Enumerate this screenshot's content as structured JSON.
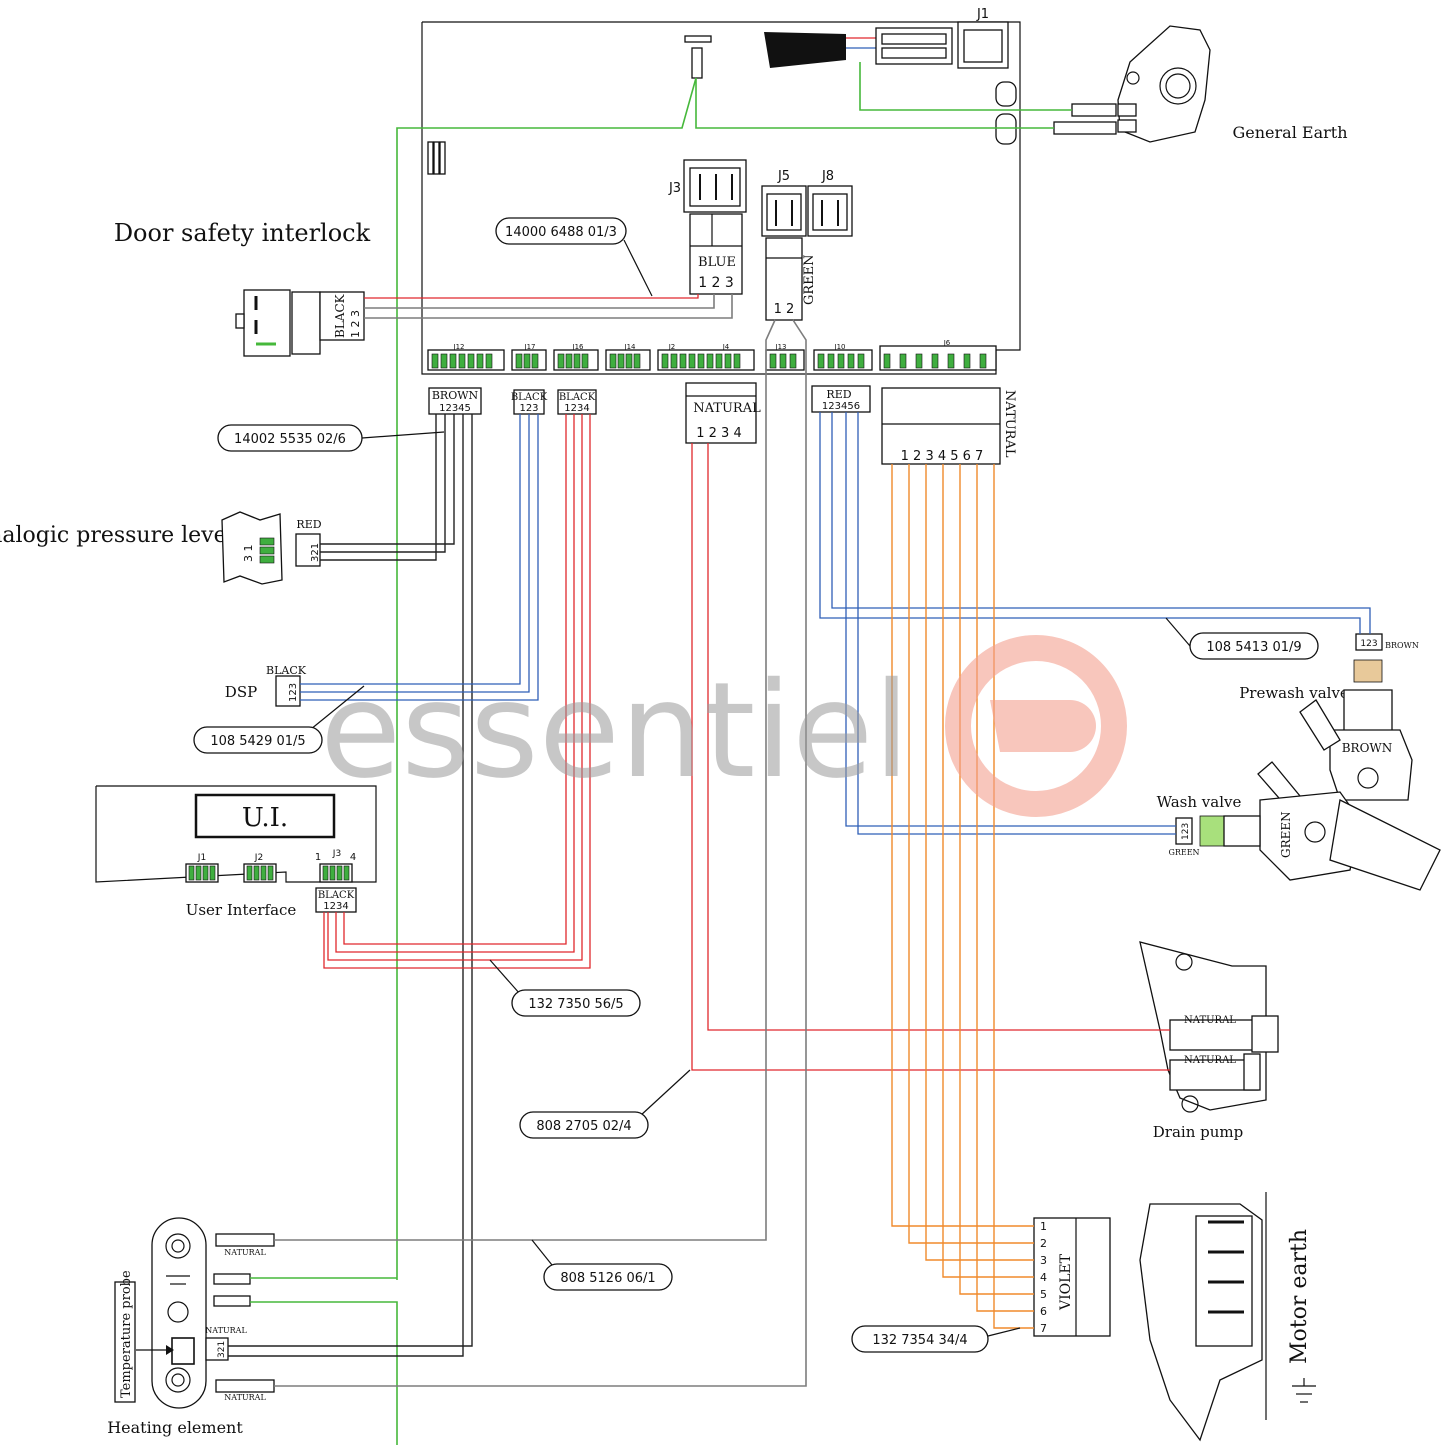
{
  "watermark": "essentiel",
  "components": {
    "door_interlock": "Door safety interlock",
    "general_earth": "General Earth",
    "pressure": "Analogic pressure level",
    "dsp": "DSP",
    "ui_box": "U.I.",
    "ui_label": "User Interface",
    "prewash": "Prewash valve",
    "wash": "Wash valve",
    "drain": "Drain pump",
    "motor_earth": "Motor earth",
    "heating": "Heating element",
    "temp_probe": "Temperature probe"
  },
  "board_connectors": {
    "j1": "J1",
    "j3": "J3",
    "j5": "J5",
    "j8": "J8",
    "j12": "J12",
    "j17": "J17",
    "j16": "J16",
    "j14": "J14",
    "j2": "J2",
    "j4": "J4",
    "j13": "J13",
    "j10": "J10",
    "j6": "J6"
  },
  "plugs": {
    "blue": "BLUE",
    "blue_pins": "1 2 3",
    "green": "GREEN",
    "green_pins": "1 2",
    "black_door": "BLACK",
    "black_door_pins": "1 2 3",
    "brown": "BROWN",
    "brown_pins": "12345",
    "black_j17": "BLACK",
    "black_j17_pins": "123",
    "black_j16": "BLACK",
    "black_j16_pins": "1234",
    "natural_j4": "NATURAL",
    "natural_j4_pins": "1 2 3 4",
    "red_j10": "RED",
    "red_j10_pins": "123456",
    "natural_j6": "NATURAL",
    "natural_j6_pins": "1 2 3 4 5 6 7",
    "red_pressure": "RED",
    "red_pressure_pins": "321",
    "black_dsp": "BLACK",
    "black_dsp_pins": "123",
    "black_ui": "BLACK",
    "black_ui_pins": "1234",
    "ui_j1": "J1",
    "ui_j2": "J2",
    "ui_j3": "J3",
    "ui_j3_1": "1",
    "ui_j3_4": "4",
    "brown_prewash": "BROWN",
    "brown_prewash_pins": "123",
    "brown_valve": "BROWN",
    "green_wash": "GREEN",
    "green_wash_pins": "123",
    "green_valve": "GREEN",
    "drain_natural_1": "NATURAL",
    "drain_natural_2": "NATURAL",
    "violet": "VIOLET",
    "heat_natural_1": "NATURAL",
    "heat_natural_2": "NATURAL",
    "heat_natural_3": "NATURAL",
    "heat_pins": "321",
    "pressure_pins": "3 1"
  },
  "violet_pins": [
    "1",
    "2",
    "3",
    "4",
    "5",
    "6",
    "7"
  ],
  "harnesses": {
    "h1": "14000 6488 01/3",
    "h2": "14002 5535 02/6",
    "h3": "108 5413 01/9",
    "h4": "108 5429 01/5",
    "h5": "132 7350 56/5",
    "h6": "808 2705 02/4",
    "h7": "808 5126 06/1",
    "h8": "132 7354 34/4"
  },
  "colors": {
    "red": "#e0282d",
    "blue": "#2f5fb6",
    "gray": "#7d7d7d",
    "black": "#222222",
    "green": "#46b83b",
    "orange": "#f08a2c",
    "watermark_logo": "#f4a090"
  }
}
